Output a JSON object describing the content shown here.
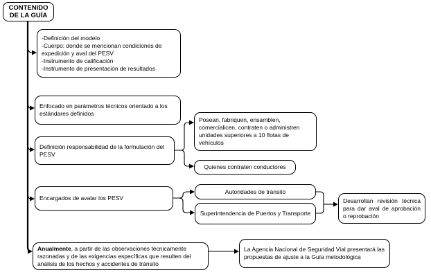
{
  "diagram": {
    "root_label": "CONTENIDO\nDE LA GUÍA",
    "nodes": {
      "guide_contents": "-Definición del modelo\n-Cuerpo: donde se mencionan condiciones de expedición y aval del PESV\n-Instrumento de calificación\n-Instrumento de presentación de resultados",
      "technical_focus": "Enfocado en parámetros técnicos orientado a los estándares definidos",
      "formulation_responsibility": "Definición responsabilidad de la formulación del PESV",
      "fleet_companies": "Posean, fabriquen, ensamblen, comercialicen, contraten o administren unidades superiores a 10 flotas de vehículos",
      "driver_contractors": "Quienes contraten conductores",
      "pesv_endorsers": "Encargados de avalar los PESV",
      "transit_authorities": "Autoridades de tránsito",
      "ports_superintendence": "Superintendencia de Puertos y Transporte",
      "technical_review": "Desarrollan revisión técnica para dar aval de aprobación o reprobación",
      "annual_review_bold": "Anualmente",
      "annual_review_rest": ", a partir de las observaciones técnicamente razonadas y de las exigencias específicas que resulten del análisis de los hechos y accidentes de tránsito",
      "road_safety_agency": "La Agencia Nacional de Seguridad Vial presentará las propuestas de ajuste a la Guía metodológica"
    },
    "colors": {
      "line": "#000000",
      "background": "#ffffff",
      "text": "#000000"
    }
  }
}
